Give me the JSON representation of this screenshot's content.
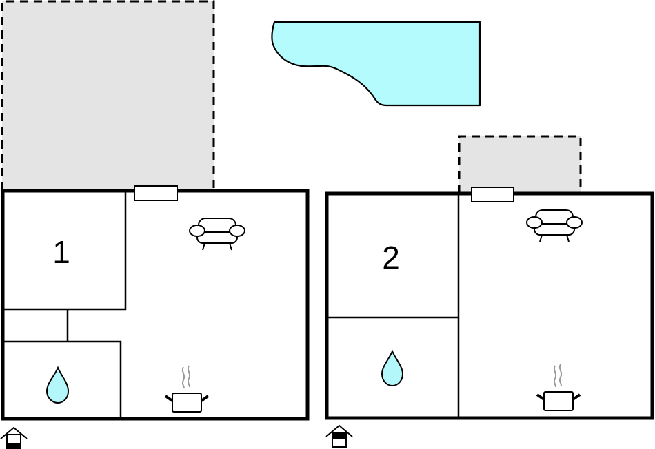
{
  "plan": {
    "type": "floor-plan",
    "colors": {
      "wall": "#000000",
      "terrace": "#e4e4e4",
      "pool": "#b3fbfd",
      "water": "#b3f7fb",
      "steam": "#999999",
      "background": "#ffffff"
    },
    "units": [
      {
        "id": "unit-1",
        "bedroom_label": "1",
        "rooms": [
          "bedroom",
          "hallway",
          "bathroom",
          "living-kitchen"
        ],
        "icons": [
          "sofa-icon",
          "pot-icon",
          "water-drop-icon",
          "entrance-icon"
        ]
      },
      {
        "id": "unit-2",
        "bedroom_label": "2",
        "rooms": [
          "bedroom",
          "bathroom",
          "living-kitchen"
        ],
        "icons": [
          "sofa-icon",
          "pot-icon",
          "water-drop-icon",
          "entrance-icon"
        ]
      }
    ],
    "outdoor": [
      "terrace-1",
      "terrace-2",
      "pool"
    ]
  }
}
